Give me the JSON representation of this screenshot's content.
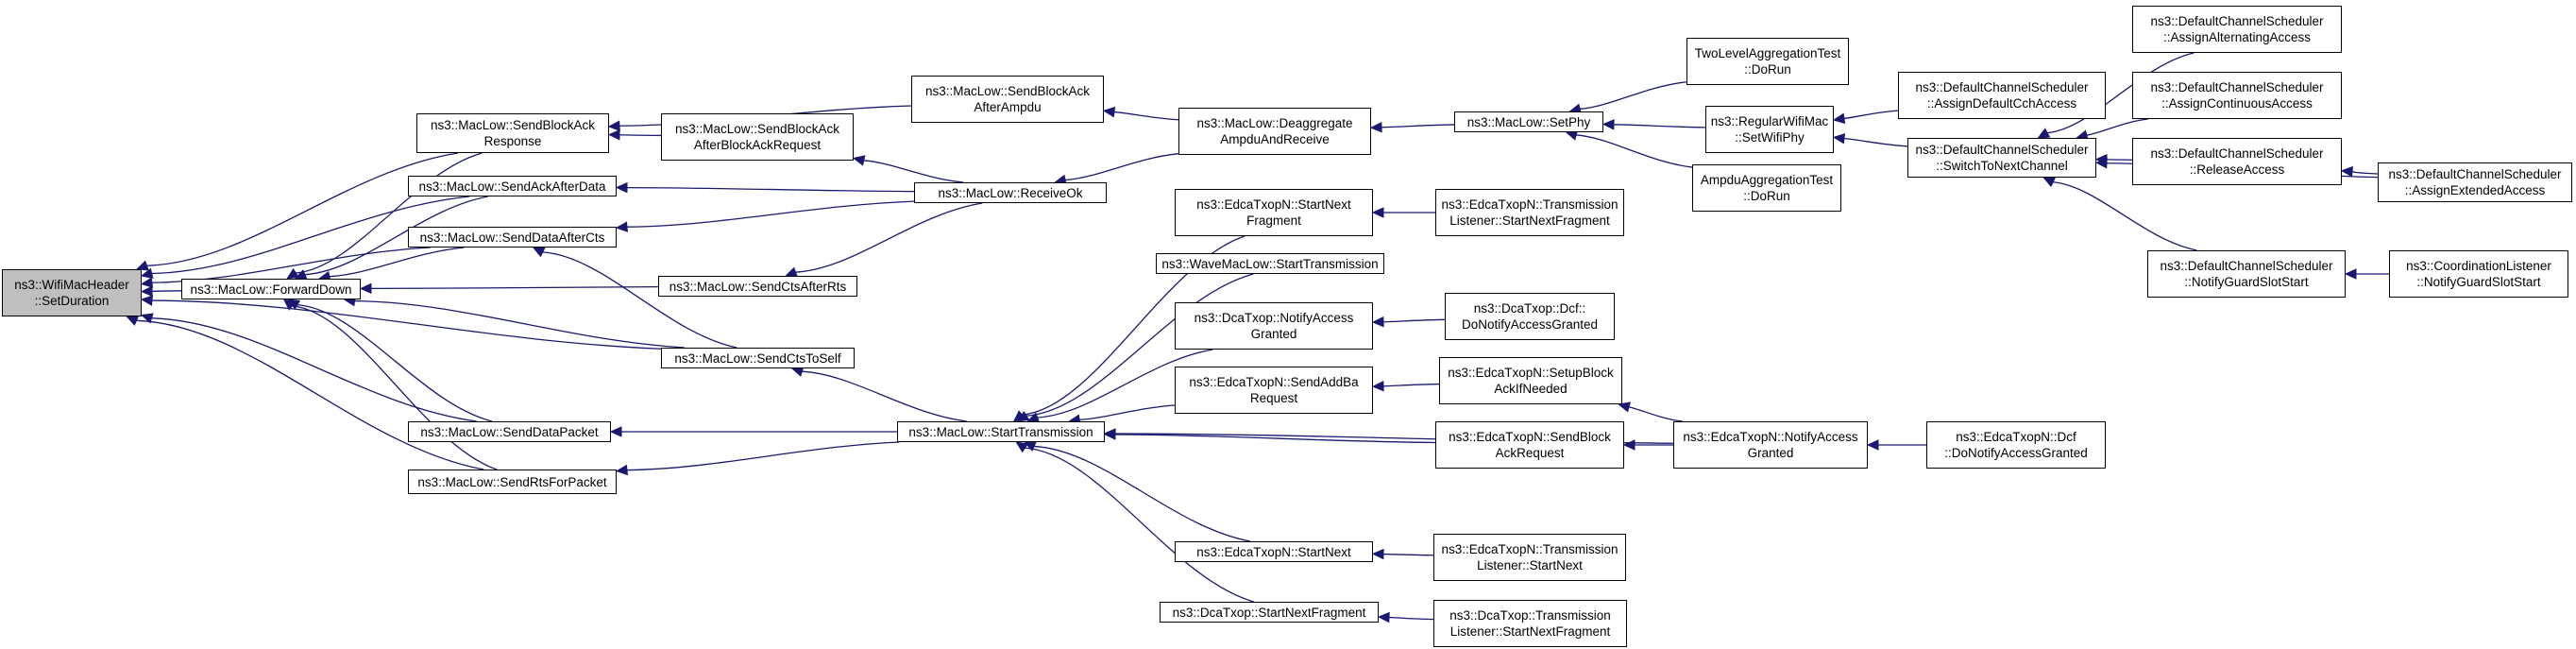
{
  "graph": {
    "colors": {
      "edge": "#191970",
      "root_fill": "#bfbfbf",
      "node_fill": "#ffffff",
      "border": "#000000"
    },
    "nodes": [
      {
        "id": "root",
        "lines": [
          "ns3::WifiMacHeader",
          "::SetDuration"
        ]
      },
      {
        "id": "forwarddown",
        "lines": [
          "ns3::MacLow::ForwardDown"
        ]
      },
      {
        "id": "sendblockackresponse",
        "lines": [
          "ns3::MacLow::SendBlockAck",
          "Response"
        ]
      },
      {
        "id": "sendackafterdata",
        "lines": [
          "ns3::MacLow::SendAckAfterData"
        ]
      },
      {
        "id": "senddataaftercts",
        "lines": [
          "ns3::MacLow::SendDataAfterCts"
        ]
      },
      {
        "id": "senddatapacket",
        "lines": [
          "ns3::MacLow::SendDataPacket"
        ]
      },
      {
        "id": "sendrtsforpacket",
        "lines": [
          "ns3::MacLow::SendRtsForPacket"
        ]
      },
      {
        "id": "sendblockackafterblockackrequest",
        "lines": [
          "ns3::MacLow::SendBlockAck",
          "AfterBlockAckRequest"
        ]
      },
      {
        "id": "sendctsafterrts",
        "lines": [
          "ns3::MacLow::SendCtsAfterRts"
        ]
      },
      {
        "id": "sendctstoself",
        "lines": [
          "ns3::MacLow::SendCtsToSelf"
        ]
      },
      {
        "id": "sendblockackafterampdu",
        "lines": [
          "ns3::MacLow::SendBlockAck",
          "AfterAmpdu"
        ]
      },
      {
        "id": "receiveok",
        "lines": [
          "ns3::MacLow::ReceiveOk"
        ]
      },
      {
        "id": "starttransmission",
        "lines": [
          "ns3::MacLow::StartTransmission"
        ]
      },
      {
        "id": "deaggregate",
        "lines": [
          "ns3::MacLow::Deaggregate",
          "AmpduAndReceive"
        ]
      },
      {
        "id": "edca_startnextfragment",
        "lines": [
          "ns3::EdcaTxopN::StartNext",
          "Fragment"
        ]
      },
      {
        "id": "wavemaclow",
        "lines": [
          "ns3::WaveMacLow::StartTransmission"
        ]
      },
      {
        "id": "dcatxop_notifyaccess",
        "lines": [
          "ns3::DcaTxop::NotifyAccess",
          "Granted"
        ]
      },
      {
        "id": "edca_sendaddba",
        "lines": [
          "ns3::EdcaTxopN::SendAddBa",
          "Request"
        ]
      },
      {
        "id": "edca_startnext",
        "lines": [
          "ns3::EdcaTxopN::StartNext"
        ]
      },
      {
        "id": "dcatxop_startnextfragment",
        "lines": [
          "ns3::DcaTxop::StartNextFragment"
        ]
      },
      {
        "id": "setphy",
        "lines": [
          "ns3::MacLow::SetPhy"
        ]
      },
      {
        "id": "edca_tl_startnextfragment",
        "lines": [
          "ns3::EdcaTxopN::Transmission",
          "Listener::StartNextFragment"
        ]
      },
      {
        "id": "dcatxop_dcf_donotify",
        "lines": [
          "ns3::DcaTxop::Dcf::",
          "DoNotifyAccessGranted"
        ]
      },
      {
        "id": "edca_setupblockack",
        "lines": [
          "ns3::EdcaTxopN::SetupBlock",
          "AckIfNeeded"
        ]
      },
      {
        "id": "edca_sendblockackrequest",
        "lines": [
          "ns3::EdcaTxopN::SendBlock",
          "AckRequest"
        ]
      },
      {
        "id": "edca_tl_startnext",
        "lines": [
          "ns3::EdcaTxopN::Transmission",
          "Listener::StartNext"
        ]
      },
      {
        "id": "dcatxop_tl_startnextfragment",
        "lines": [
          "ns3::DcaTxop::Transmission",
          "Listener::StartNextFragment"
        ]
      },
      {
        "id": "twolevelaggregationtest",
        "lines": [
          "TwoLevelAggregationTest",
          "::DoRun"
        ]
      },
      {
        "id": "regularwifimac",
        "lines": [
          "ns3::RegularWifiMac",
          "::SetWifiPhy"
        ]
      },
      {
        "id": "ampduaggregationtest",
        "lines": [
          "AmpduAggregationTest",
          "::DoRun"
        ]
      },
      {
        "id": "edca_notifyaccessgranted",
        "lines": [
          "ns3::EdcaTxopN::NotifyAccess",
          "Granted"
        ]
      },
      {
        "id": "dcs_assigndefaultcch",
        "lines": [
          "ns3::DefaultChannelScheduler",
          "::AssignDefaultCchAccess"
        ]
      },
      {
        "id": "dcs_switchtonextchannel",
        "lines": [
          "ns3::DefaultChannelScheduler",
          "::SwitchToNextChannel"
        ]
      },
      {
        "id": "dcs_notifyguardslotstart",
        "lines": [
          "ns3::DefaultChannelScheduler",
          "::NotifyGuardSlotStart"
        ]
      },
      {
        "id": "edca_dcf_donotify",
        "lines": [
          "ns3::EdcaTxopN::Dcf",
          "::DoNotifyAccessGranted"
        ]
      },
      {
        "id": "dcs_assignalternating",
        "lines": [
          "ns3::DefaultChannelScheduler",
          "::AssignAlternatingAccess"
        ]
      },
      {
        "id": "dcs_assigncontinuous",
        "lines": [
          "ns3::DefaultChannelScheduler",
          "::AssignContinuousAccess"
        ]
      },
      {
        "id": "dcs_releaseaccess",
        "lines": [
          "ns3::DefaultChannelScheduler",
          "::ReleaseAccess"
        ]
      },
      {
        "id": "dcs_assignextended",
        "lines": [
          "ns3::DefaultChannelScheduler",
          "::AssignExtendedAccess"
        ]
      },
      {
        "id": "coordinationlistener",
        "lines": [
          "ns3::CoordinationListener",
          "::NotifyGuardSlotStart"
        ]
      }
    ],
    "edges": [
      [
        "forwarddown",
        "root"
      ],
      [
        "sendblockackresponse",
        "root"
      ],
      [
        "sendackafterdata",
        "root"
      ],
      [
        "senddataaftercts",
        "root"
      ],
      [
        "senddatapacket",
        "root"
      ],
      [
        "sendrtsforpacket",
        "root"
      ],
      [
        "sendctstoself",
        "root"
      ],
      [
        "sendblockackresponse",
        "forwarddown"
      ],
      [
        "sendackafterdata",
        "forwarddown"
      ],
      [
        "senddataaftercts",
        "forwarddown"
      ],
      [
        "senddatapacket",
        "forwarddown"
      ],
      [
        "sendrtsforpacket",
        "forwarddown"
      ],
      [
        "sendctsafterrts",
        "forwarddown"
      ],
      [
        "sendctstoself",
        "forwarddown"
      ],
      [
        "sendblockackafterampdu",
        "sendblockackresponse"
      ],
      [
        "sendblockackafterblockackrequest",
        "sendblockackresponse"
      ],
      [
        "receiveok",
        "sendackafterdata"
      ],
      [
        "receiveok",
        "senddataaftercts"
      ],
      [
        "sendctstoself",
        "senddataaftercts"
      ],
      [
        "starttransmission",
        "senddatapacket"
      ],
      [
        "starttransmission",
        "sendrtsforpacket"
      ],
      [
        "receiveok",
        "sendblockackafterblockackrequest"
      ],
      [
        "receiveok",
        "sendctsafterrts"
      ],
      [
        "starttransmission",
        "sendctstoself"
      ],
      [
        "deaggregate",
        "sendblockackafterampdu"
      ],
      [
        "deaggregate",
        "receiveok"
      ],
      [
        "edca_startnextfragment",
        "starttransmission"
      ],
      [
        "wavemaclow",
        "starttransmission"
      ],
      [
        "dcatxop_notifyaccess",
        "starttransmission"
      ],
      [
        "edca_sendaddba",
        "starttransmission"
      ],
      [
        "edca_sendblockackrequest",
        "starttransmission"
      ],
      [
        "edca_notifyaccessgranted",
        "starttransmission"
      ],
      [
        "edca_startnext",
        "starttransmission"
      ],
      [
        "dcatxop_startnextfragment",
        "starttransmission"
      ],
      [
        "setphy",
        "deaggregate"
      ],
      [
        "edca_tl_startnextfragment",
        "edca_startnextfragment"
      ],
      [
        "dcatxop_dcf_donotify",
        "dcatxop_notifyaccess"
      ],
      [
        "edca_setupblockack",
        "edca_sendaddba"
      ],
      [
        "edca_notifyaccessgranted",
        "edca_setupblockack"
      ],
      [
        "edca_notifyaccessgranted",
        "edca_sendblockackrequest"
      ],
      [
        "edca_tl_startnext",
        "edca_startnext"
      ],
      [
        "dcatxop_tl_startnextfragment",
        "dcatxop_startnextfragment"
      ],
      [
        "twolevelaggregationtest",
        "setphy"
      ],
      [
        "regularwifimac",
        "setphy"
      ],
      [
        "ampduaggregationtest",
        "setphy"
      ],
      [
        "edca_dcf_donotify",
        "edca_notifyaccessgranted"
      ],
      [
        "dcs_assigndefaultcch",
        "regularwifimac"
      ],
      [
        "dcs_switchtonextchannel",
        "regularwifimac"
      ],
      [
        "dcs_assignalternating",
        "dcs_switchtonextchannel"
      ],
      [
        "dcs_assigncontinuous",
        "dcs_switchtonextchannel"
      ],
      [
        "dcs_releaseaccess",
        "dcs_switchtonextchannel"
      ],
      [
        "dcs_assignextended",
        "dcs_switchtonextchannel"
      ],
      [
        "dcs_notifyguardslotstart",
        "dcs_switchtonextchannel"
      ],
      [
        "dcs_assignextended",
        "dcs_releaseaccess"
      ],
      [
        "coordinationlistener",
        "dcs_notifyguardslotstart"
      ]
    ]
  }
}
